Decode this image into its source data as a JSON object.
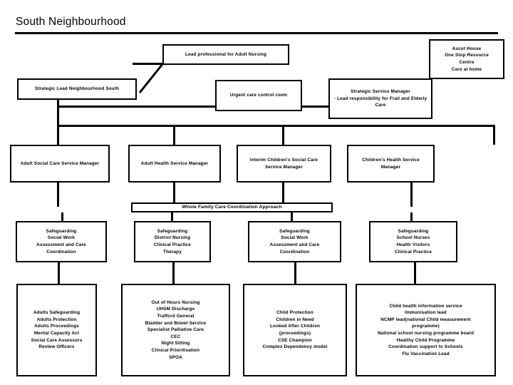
{
  "page": {
    "title": "South Neighbourhood"
  },
  "nodes": {
    "strategic_lead": "Strategic Lead Neighbourhood  South",
    "lead_professional_adult_nursing": "Lead professional for Adult Nursing",
    "urgent_care_control_room": "Urgent  care control room",
    "strategic_service_manager": "Strategic Service Manager\n- Lead responsibility for Frail and Elderly Care",
    "ascot_house": "Ascot House\nOne Stop Resource\nCentre\nCare at home",
    "adult_social_care_service_manager": "Adult Social Care Service Manager",
    "adult_health_service_manager": "Adult Health Service Manager",
    "interim_childrens_social_care_service_manager": "Interim Children's Social Care\nService Manager",
    "childrens_health_service_manager": "Children's Health Service\nManager",
    "whole_family_banner": "Whole Family  Care Coordination Approach",
    "safeguarding_adult_social_work": "Safeguarding\nSocial Work\nAssessment and Care\nCoordination",
    "safeguarding_district_nursing": "Safeguarding\nDistrict Nursing\nClinical Practice\nTherapy",
    "safeguarding_childrens_social_work": "Safeguarding\nSocial Work\nAssessment and Care\nCoordination",
    "safeguarding_school_nurses": "Safeguarding\nSchool Nurses\nHealth Visitors\nClinical Practice",
    "adults_services_detail": "Adults Safeguarding\nAdults Protection\nAdults Proceedings\nMental Capacity Act\nSocial Care Assessors\nReview Officers",
    "adult_nursing_detail": "Out of Hours Nursing\nUHSM Discharge\nTrafford General\nBladder and Bowel Service\nSpecialist Palliative Care\nCEC\nNight Sitting\nClinical Prioritisation\nSPOA",
    "childrens_social_care_detail": "Child Protection\nChildren in Need\nLooked After Children\n(proceedings)\nCSE Champion\nComplex Dependency model",
    "childrens_health_detail": "Child health information service\nImmunisation lead\nNCMP lead(national Child measurement\nprogramme)\nNational school nursing programme board\nHealthy Child Programme\nCoordination support to Schools\nFlu Vaccination Lead"
  },
  "colors": {
    "stroke": "#000000",
    "fill": "#ffffff",
    "text": "#000000"
  }
}
